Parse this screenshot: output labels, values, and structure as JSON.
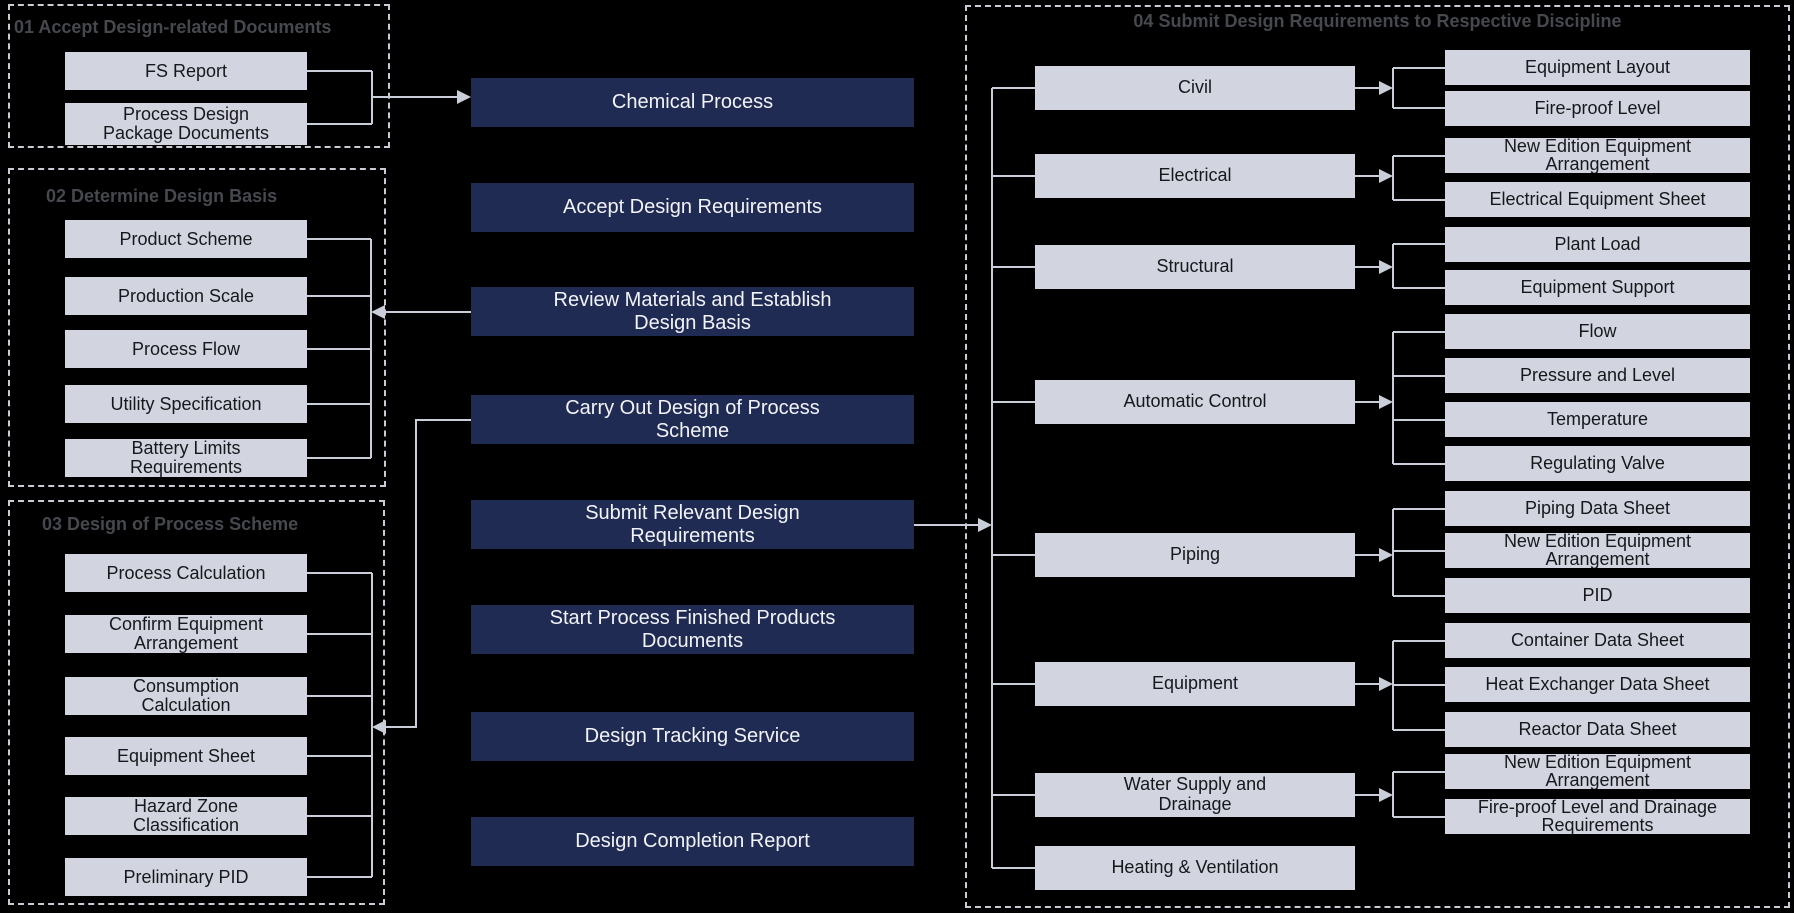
{
  "diagram": {
    "colors": {
      "background": "#000000",
      "step_box": "#1f2b52",
      "step_text": "#f2f3f7",
      "node_box": "#d2d5df",
      "node_text": "#17181c",
      "group_title": "#45484d",
      "line": "#c9ced8",
      "dashed_border": "#c9ccd4"
    },
    "groups_left": [
      {
        "title": "01 Accept Design-related Documents",
        "items": [
          "FS Report",
          "Process Design Package Documents"
        ]
      },
      {
        "title": "02 Determine Design Basis",
        "items": [
          "Product  Scheme",
          "Production Scale",
          "Process Flow",
          "Utility Specification",
          "Battery Limits Requirements"
        ]
      },
      {
        "title": "03 Design of Process Scheme",
        "items": [
          "Process Calculation",
          "Confirm Equipment Arrangement",
          "Consumption Calculation",
          "Equipment Sheet",
          "Hazard Zone Classification",
          "Preliminary PID"
        ]
      }
    ],
    "process_steps": [
      "Chemical Process",
      "Accept Design Requirements",
      "Review Materials and Establish Design Basis",
      "Carry Out Design of Process Scheme",
      "Submit Relevant Design Requirements",
      "Start Process Finished Products Documents",
      "Design Tracking Service",
      "Design Completion Report"
    ],
    "group_right": {
      "title": "04 Submit Design Requirements to Respective Discipline",
      "disciplines": [
        {
          "label": "Civil",
          "outputs": [
            "Equipment Layout",
            "Fire-proof Level"
          ]
        },
        {
          "label": "Electrical",
          "outputs": [
            "New Edition Equipment Arrangement",
            "Electrical Equipment Sheet"
          ]
        },
        {
          "label": "Structural",
          "outputs": [
            "Plant Load",
            "Equipment Support"
          ]
        },
        {
          "label": "Automatic Control",
          "outputs": [
            "Flow",
            "Pressure and Level",
            "Temperature",
            "Regulating Valve"
          ]
        },
        {
          "label": "Piping",
          "outputs": [
            "Piping Data Sheet",
            "New Edition Equipment Arrangement",
            "PID"
          ]
        },
        {
          "label": "Equipment",
          "outputs": [
            "Container Data Sheet",
            "Heat Exchanger Data Sheet",
            "Reactor Data Sheet"
          ]
        },
        {
          "label": "Water Supply and Drainage",
          "outputs": [
            "New Edition Equipment Arrangement",
            "Fire-proof Level and Drainage Requirements"
          ]
        },
        {
          "label": "Heating & Ventilation",
          "outputs": []
        }
      ]
    }
  }
}
